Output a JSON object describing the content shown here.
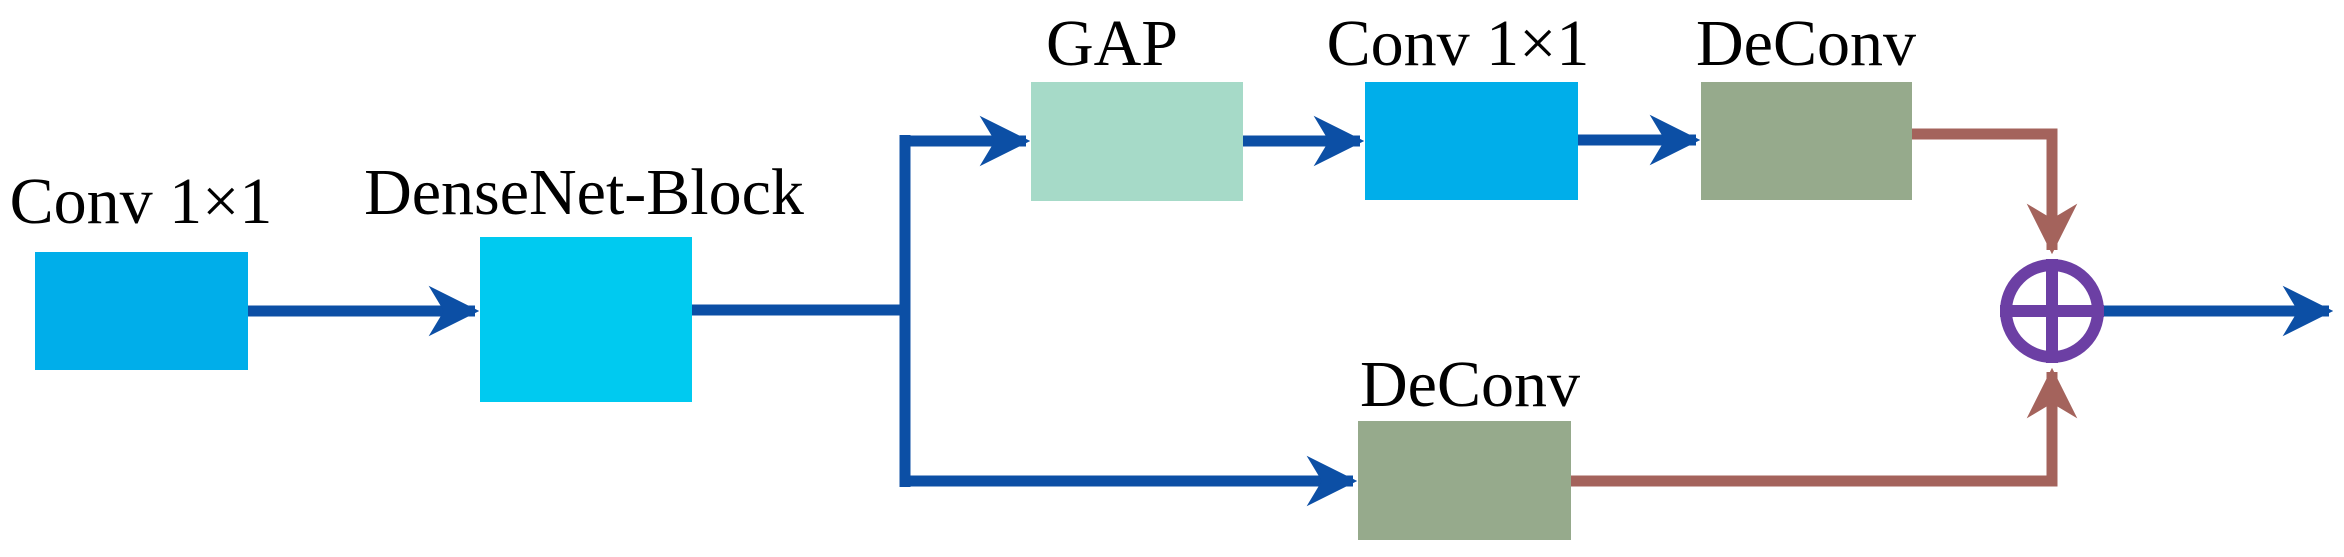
{
  "diagram": {
    "description": "Neural network architecture block diagram with a DenseNet block splitting into a GAP attention branch and a deconvolution branch merged by element-wise addition",
    "blocks": [
      {
        "id": "conv1x1-input",
        "label": "Conv 1×1",
        "color": "#00AEEA"
      },
      {
        "id": "densenet-block",
        "label": "DenseNet-Block",
        "color": "#00CAF0"
      },
      {
        "id": "gap",
        "label": "GAP",
        "color": "#A6DAC8"
      },
      {
        "id": "conv1x1-top",
        "label": "Conv 1×1",
        "color": "#00AEEA"
      },
      {
        "id": "deconv-top",
        "label": "DeConv",
        "color": "#96AA8C"
      },
      {
        "id": "deconv-bottom",
        "label": "DeConv",
        "color": "#96AA8C"
      }
    ],
    "operator": {
      "icon": "circle-plus-icon",
      "symbol": "⊕",
      "color": "#6C3FA4"
    },
    "connections": [
      {
        "from": "conv1x1-input",
        "to": "densenet-block",
        "style": "blue-arrow"
      },
      {
        "from": "densenet-block",
        "to": "branch-point",
        "style": "blue-line"
      },
      {
        "from": "branch-point",
        "to": "gap",
        "style": "blue-arrow"
      },
      {
        "from": "gap",
        "to": "conv1x1-top",
        "style": "blue-arrow"
      },
      {
        "from": "conv1x1-top",
        "to": "deconv-top",
        "style": "blue-arrow"
      },
      {
        "from": "branch-point",
        "to": "deconv-bottom",
        "style": "blue-arrow"
      },
      {
        "from": "deconv-top",
        "to": "circle-plus",
        "style": "brown-arrow"
      },
      {
        "from": "deconv-bottom",
        "to": "circle-plus",
        "style": "brown-arrow"
      },
      {
        "from": "circle-plus",
        "to": "output",
        "style": "blue-arrow"
      }
    ],
    "colors": {
      "arrow_blue": "#0C4FA5",
      "line_brown": "#A4635C",
      "operator_purple": "#6C3FA4",
      "label_text": "#000000",
      "background": "#FFFFFF"
    }
  }
}
